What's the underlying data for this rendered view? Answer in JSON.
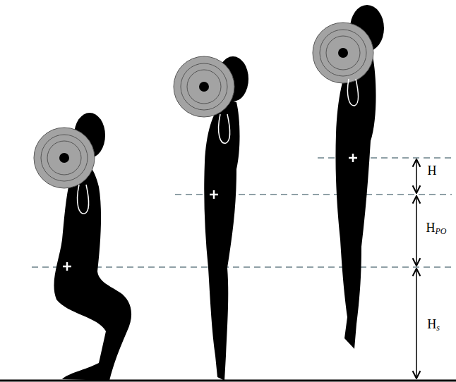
{
  "diagram": {
    "labels": [
      "H",
      "HPO",
      "Hs"
    ]
  }
}
